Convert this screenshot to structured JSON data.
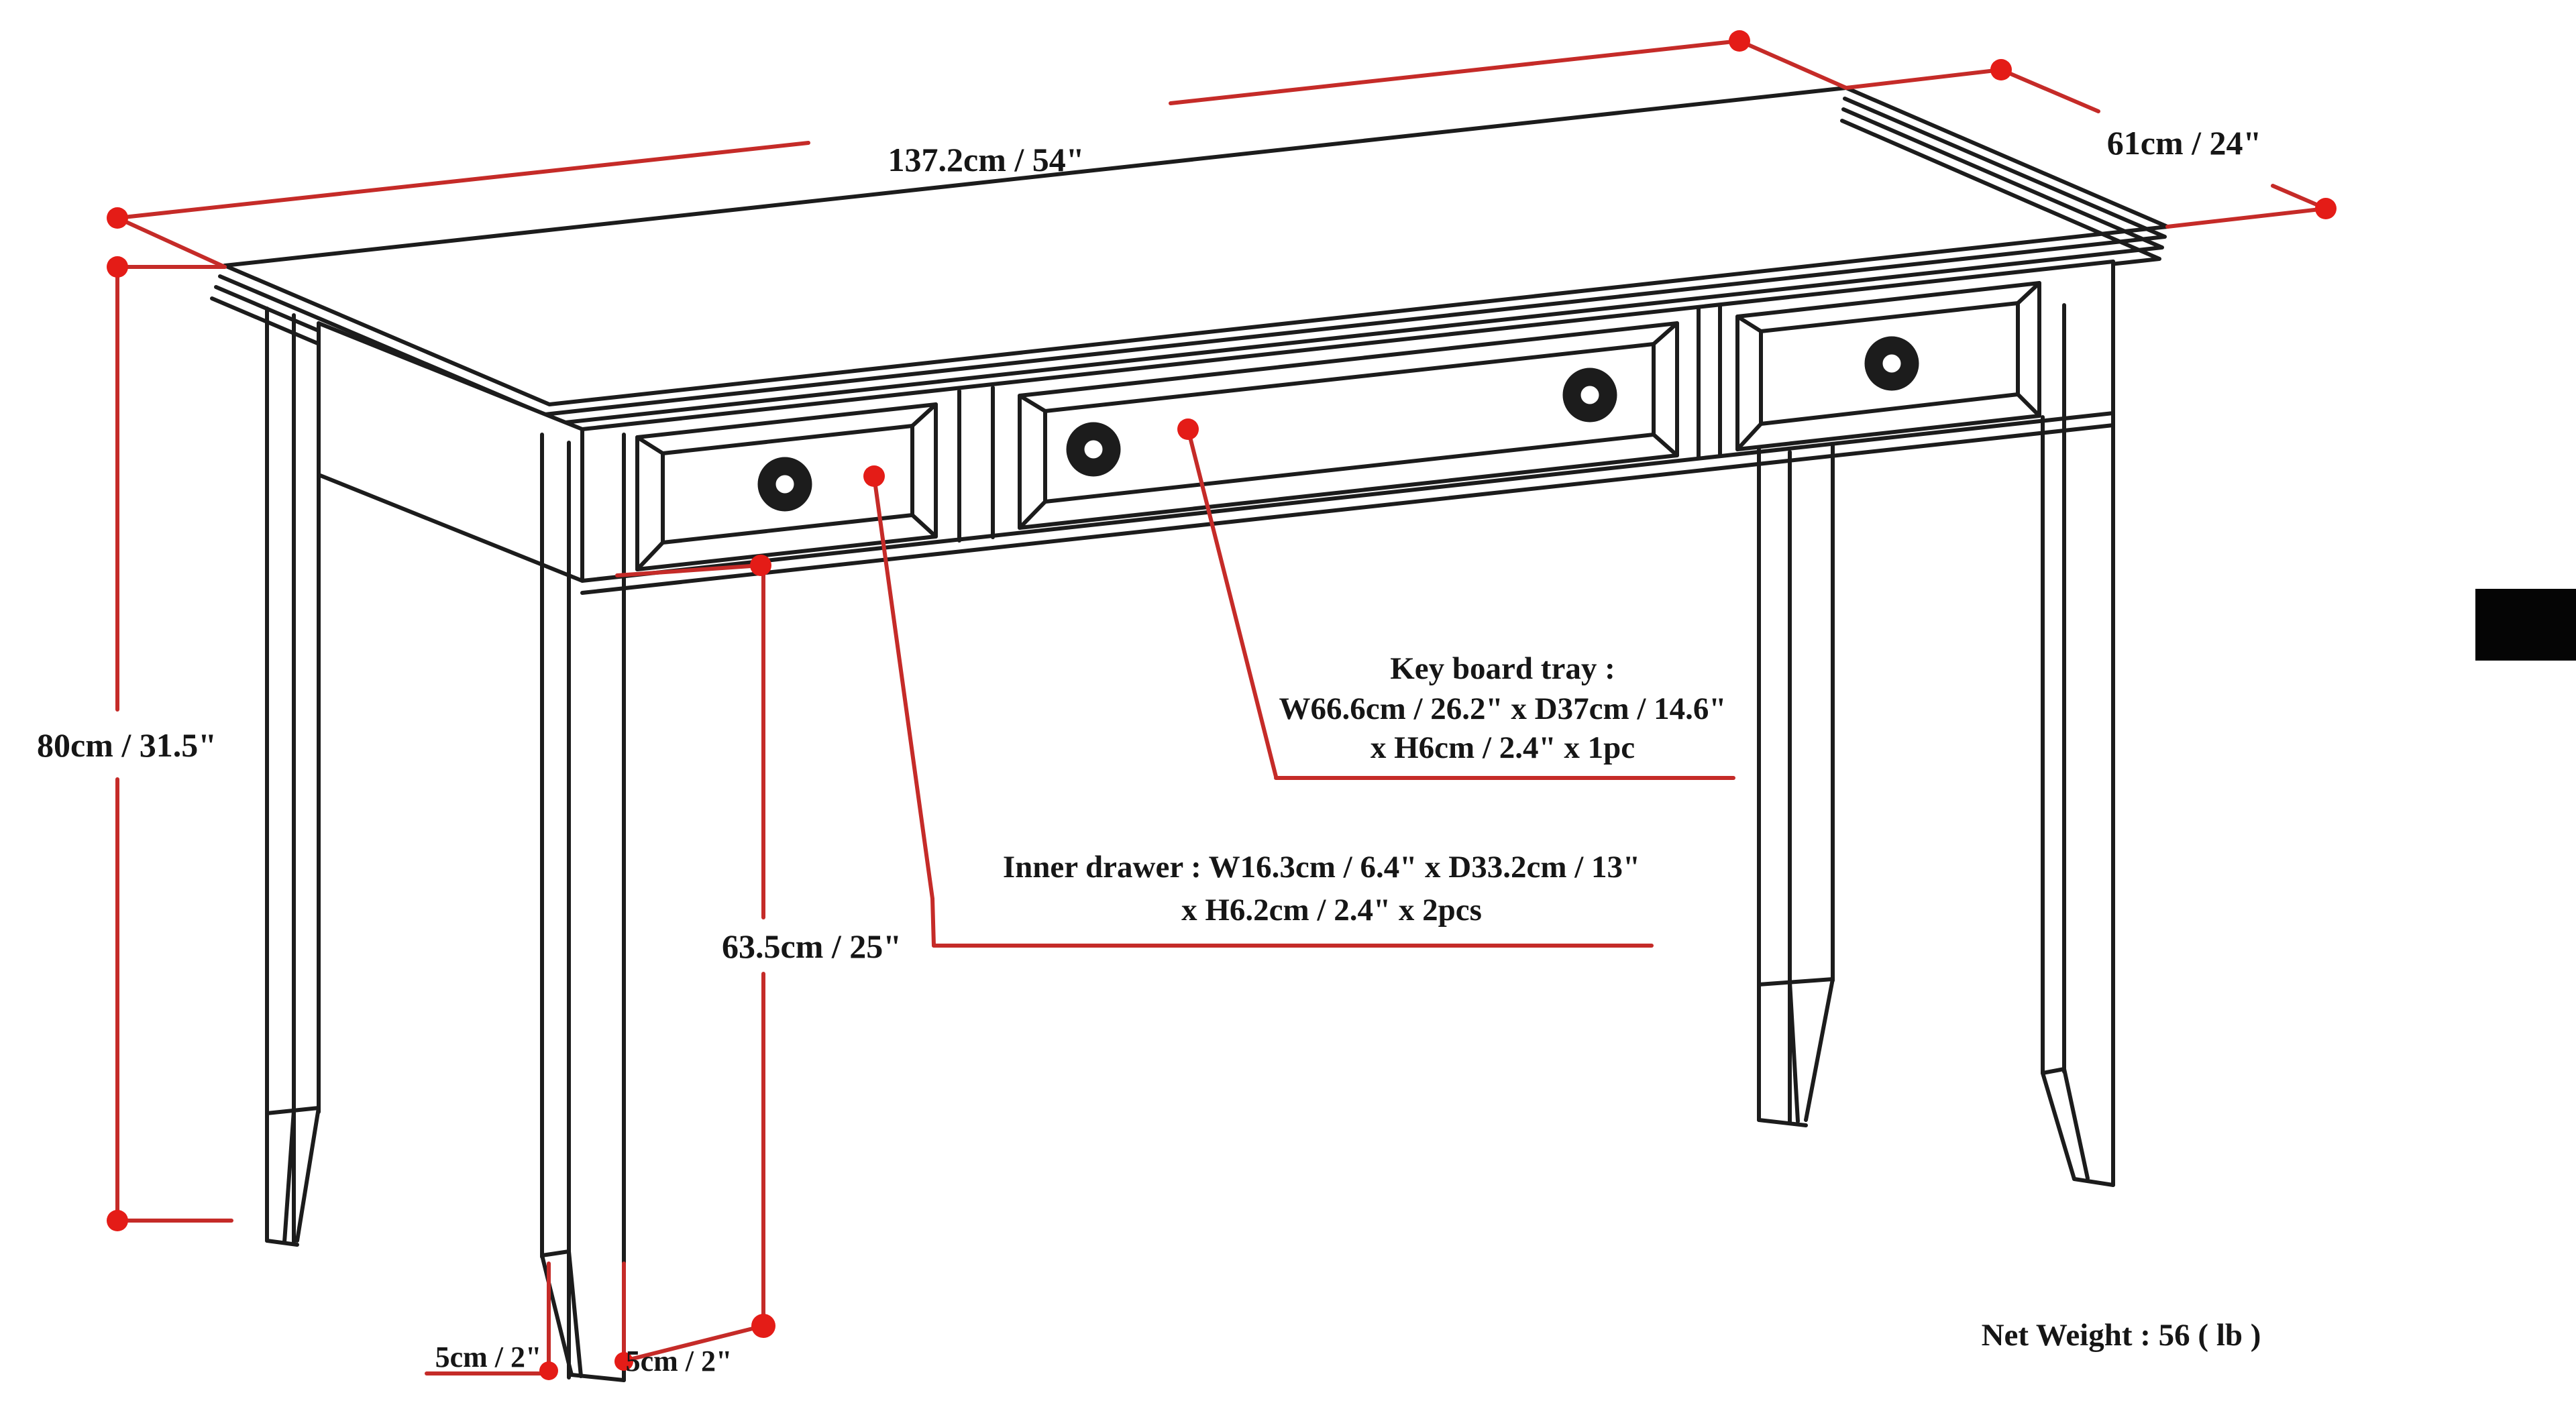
{
  "diagram": {
    "title_hint": "desk dimension diagram",
    "dimensions": {
      "width": "137.2cm / 54\"",
      "depth": "61cm / 24\"",
      "height": "80cm / 31.5\"",
      "leg_height": "63.5cm / 25\"",
      "foot_left": "5cm / 2\"",
      "foot_right": "5cm / 2\""
    },
    "annotations": {
      "keyboard_tray_line1": "Key board tray :",
      "keyboard_tray_line2": "W66.6cm / 26.2\" x D37cm / 14.6\"",
      "keyboard_tray_line3": "x H6cm / 2.4\" x 1pc",
      "inner_drawer_line1": "Inner drawer : W16.3cm / 6.4\" x D33.2cm / 13\"",
      "inner_drawer_line2": "x H6.2cm / 2.4\" x 2pcs",
      "net_weight": "Net Weight : 56 ( lb )"
    },
    "colors": {
      "annotation_red": "#c52b28",
      "dot_red": "#e41c17",
      "line_black": "#1c1c1c"
    }
  }
}
